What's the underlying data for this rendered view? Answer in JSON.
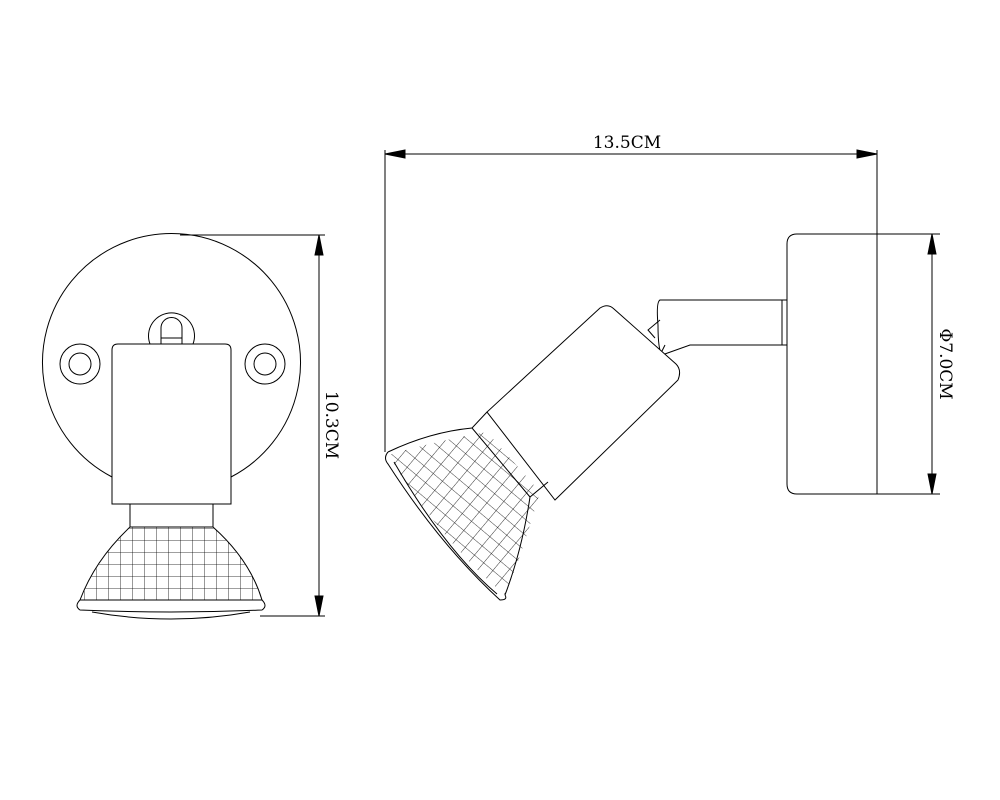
{
  "dimensions": {
    "height": "10.3CM",
    "length": "13.5CM",
    "diameter": "Φ7.0CM"
  },
  "colors": {
    "line": "#000000",
    "background": "#ffffff"
  }
}
